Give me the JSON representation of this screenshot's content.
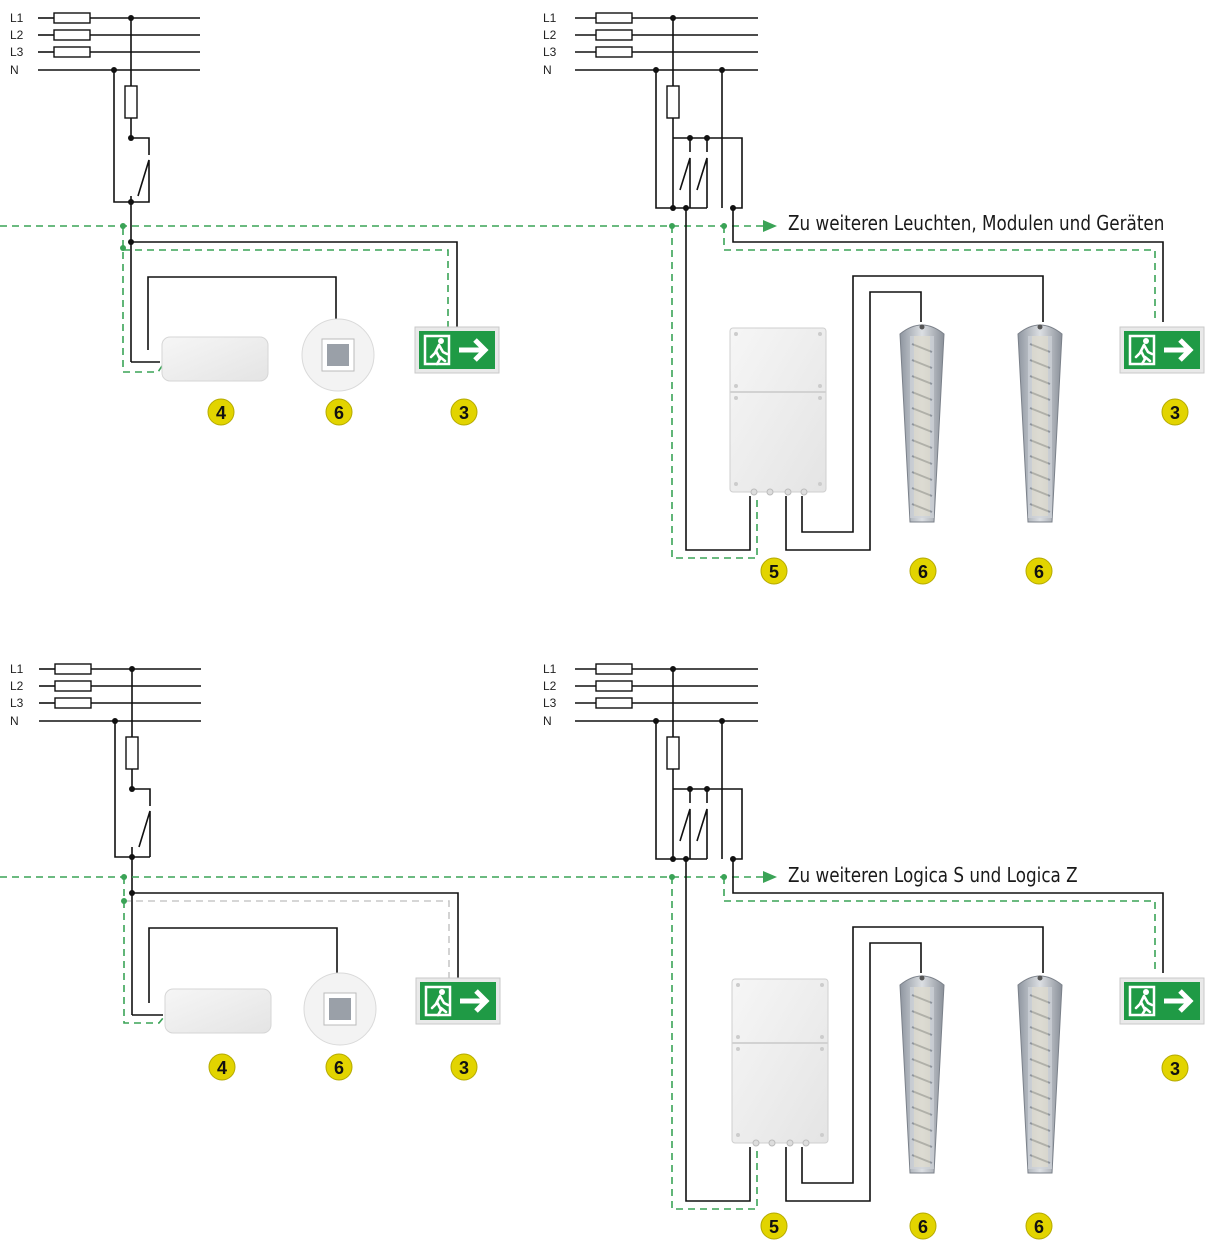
{
  "phases": [
    "L1",
    "L2",
    "L3",
    "N"
  ],
  "notes": {
    "top": "Zu weiteren Leuchten, Modulen und Geräten",
    "bottom": "Zu weiteren Logica S und Logica Z"
  },
  "badges": {
    "control_module": "4",
    "sensor": "6",
    "exit_sign": "3",
    "distribution_box": "5",
    "luminaire": "6"
  },
  "colors": {
    "wire": "#111111",
    "bus_line": "#3aa356",
    "badge": "#e2d400",
    "exit_sign_green": "#1f9a45"
  },
  "icons": [
    "fuse-icon",
    "switch-icon",
    "exit-sign-icon",
    "running-man-icon",
    "arrow-right-icon",
    "motion-sensor-icon",
    "linear-luminaire-icon"
  ]
}
